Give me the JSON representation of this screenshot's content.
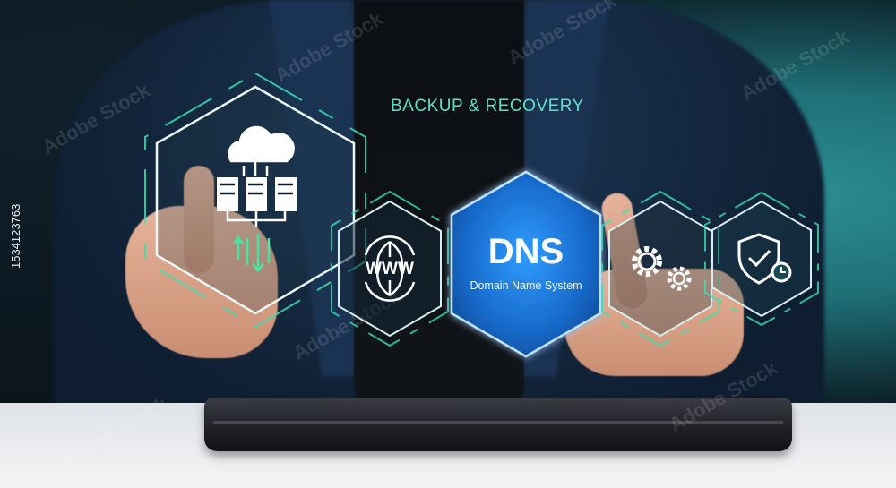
{
  "heading": "BACKUP & RECOVERY",
  "dns": {
    "title": "DNS",
    "subtitle": "Domain Name System"
  },
  "www_label": "WWW",
  "stock_id": "1534123763",
  "watermark_text": "Adobe Stock",
  "icons": {
    "backup": "cloud-servers-icon",
    "web": "globe-www-icon",
    "settings": "gears-icon",
    "security": "shield-check-clock-icon"
  },
  "colors": {
    "accent": "#5fe0c4",
    "dns_blue": "#1f7fe0",
    "hex_line": "#38e0b2"
  }
}
